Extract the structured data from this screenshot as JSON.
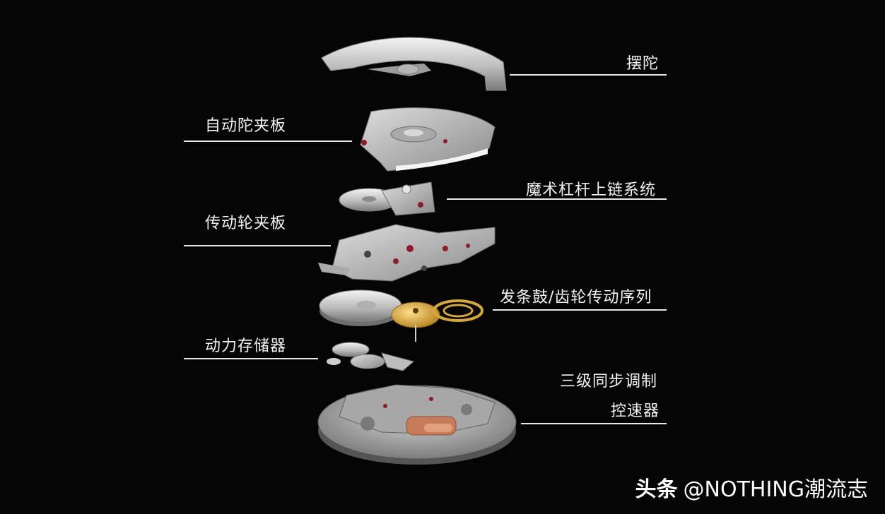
{
  "labels": {
    "rotor": "摆陀",
    "rotor_bridge": "自动陀夹板",
    "magic_lever": "魔术杠杆上链系统",
    "gear_train_bridge": "传动轮夹板",
    "barrel_train": "发条鼓/齿轮传动序列",
    "power_reserve": "动力存储器",
    "regulator_line1": "三级同步调制",
    "regulator_line2": "控速器"
  },
  "watermark": {
    "brand": "头条",
    "handle": "@NOTHING潮流志"
  },
  "colors": {
    "background": "#050505",
    "metal": "#c9c9c9",
    "gold": "#d4a73a",
    "ruby": "#8e1b2a",
    "copper": "#c87b58"
  }
}
